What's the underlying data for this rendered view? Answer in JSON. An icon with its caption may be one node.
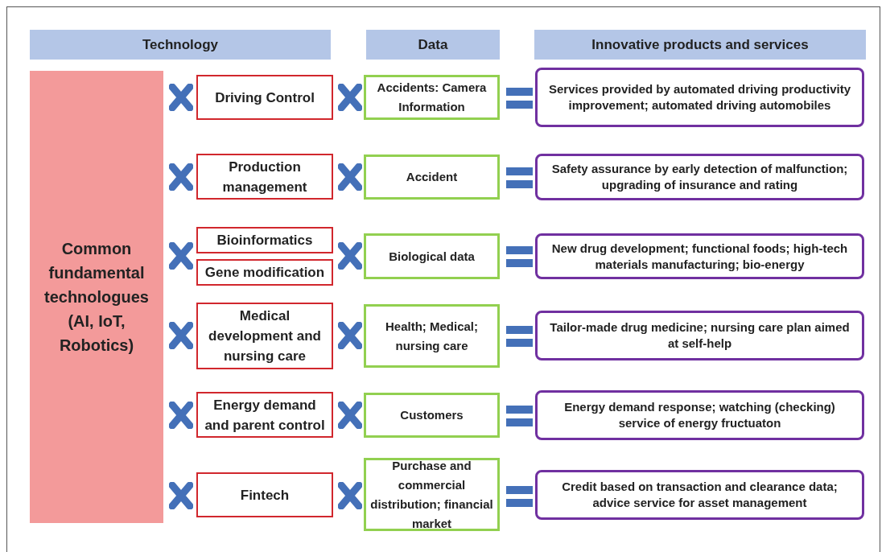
{
  "diagram": {
    "nodes": [
      {
        "text": [
          "Technology"
        ]
      },
      {
        "text": [
          "Data"
        ]
      },
      {
        "text": [
          "Innovative products and services"
        ]
      },
      {
        "text": [
          "Common fundamental technologues (AI, IoT, Robotics)"
        ]
      },
      {
        "text": [
          "Driving Control"
        ]
      },
      {
        "text": [
          "Accidents: Camera Information"
        ]
      },
      {
        "text": [
          "Services provided by automated driving productivity improvement; automated driving automobiles"
        ]
      },
      {
        "text": [
          "Production management"
        ]
      },
      {
        "text": [
          "Accident"
        ]
      },
      {
        "text": [
          "Safety assurance by early detection of malfunction; upgrading of insurance and rating"
        ]
      },
      {
        "text": [
          "Bioinformatics"
        ]
      },
      {
        "text": [
          "Gene modification"
        ]
      },
      {
        "text": [
          "Biological data"
        ]
      },
      {
        "text": [
          "New drug development; functional foods; high-tech materials manufacturing; bio-energy"
        ]
      },
      {
        "text": [
          "Medical development and nursing care"
        ]
      },
      {
        "text": [
          "Health; Medical; nursing care"
        ]
      },
      {
        "text": [
          "Tailor-made drug medicine; nursing care plan aimed at self-help"
        ]
      },
      {
        "text": [
          "Energy demand and parent control"
        ]
      },
      {
        "text": [
          "Customers"
        ]
      },
      {
        "text": [
          "Energy demand response; watching (checking) service of energy fructuaton"
        ]
      },
      {
        "text": [
          "Fintech"
        ]
      },
      {
        "text": [
          "Purchase and commercial distribution; financial market"
        ]
      },
      {
        "text": [
          "Credit based on transaction and clearance data; advice service for asset management"
        ]
      }
    ]
  }
}
